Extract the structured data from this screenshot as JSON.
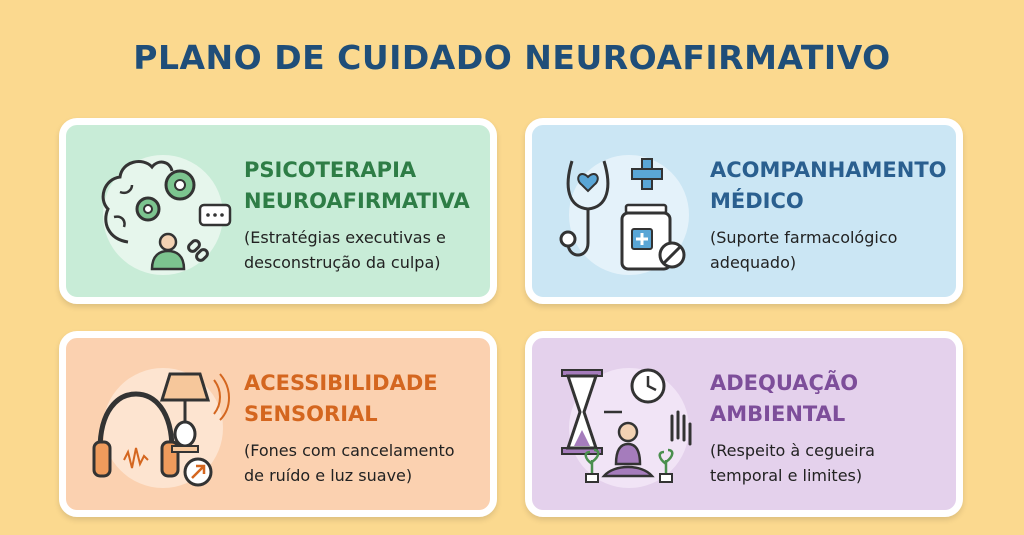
{
  "title": "PLANO DE CUIDADO NEUROAFIRMATIVO",
  "cards": [
    {
      "title_lines": [
        "PSICOTERAPIA",
        "NEUROAFIRMATIVA"
      ],
      "desc_lines": [
        "(Estratégias executivas e",
        "desconstrução da culpa)"
      ],
      "icon": "brain-gears-icon",
      "accent": "#2e7d46",
      "background": "#c8ecd7"
    },
    {
      "title_lines": [
        "ACOMPANHAMENTO",
        "MÉDICO"
      ],
      "desc_lines": [
        "(Suporte farmacológico",
        "adequado)"
      ],
      "icon": "stethoscope-medicine-icon",
      "accent": "#2a5f8f",
      "background": "#cbe6f4"
    },
    {
      "title_lines": [
        "ACESSIBILIDADE",
        "SENSORIAL"
      ],
      "desc_lines": [
        "(Fones com cancelamento",
        "de ruído e luz suave)"
      ],
      "icon": "headphones-lamp-icon",
      "accent": "#d4661f",
      "background": "#fbd1b0"
    },
    {
      "title_lines": [
        "ADEQUAÇÃO",
        "AMBIENTAL"
      ],
      "desc_lines": [
        "(Respeito à cegueira",
        "temporal e limites)"
      ],
      "icon": "hourglass-meditation-icon",
      "accent": "#7d4e9a",
      "background": "#e4d1ec"
    }
  ]
}
